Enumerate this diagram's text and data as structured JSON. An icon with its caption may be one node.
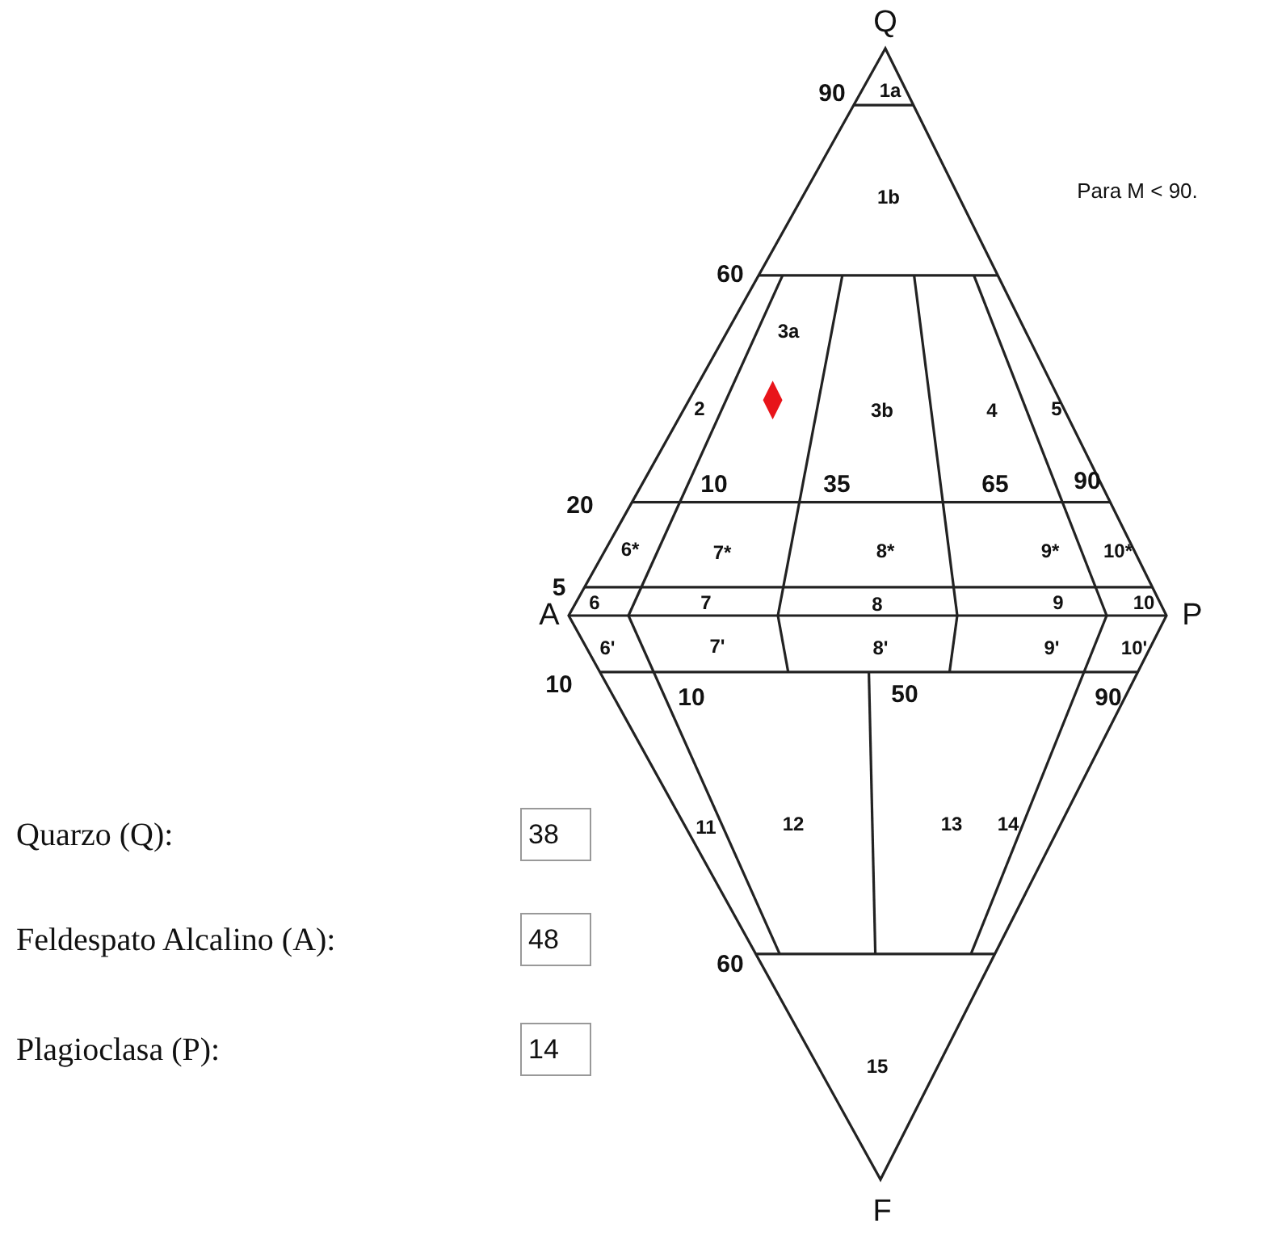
{
  "diagram": {
    "labels": [
      "Q",
      "90",
      "1a",
      "1b",
      "Para M < 90.",
      "60",
      "3a",
      "2",
      "3b",
      "4",
      "5",
      "20",
      "10",
      "35",
      "65",
      "90",
      "6*",
      "7*",
      "8*",
      "9*",
      "10*",
      "A",
      "5",
      "6",
      "7",
      "8",
      "9",
      "10",
      "P",
      "6'",
      "7'",
      "8'",
      "9'",
      "10'",
      "10",
      "10",
      "50",
      "90",
      "Quarzo (Q):",
      "38",
      "11",
      "12",
      "13",
      "14",
      "Feldespato Alcalino (A):",
      "48",
      "60",
      "Plagioclasa (P):",
      "14",
      "15",
      "F"
    ]
  }
}
